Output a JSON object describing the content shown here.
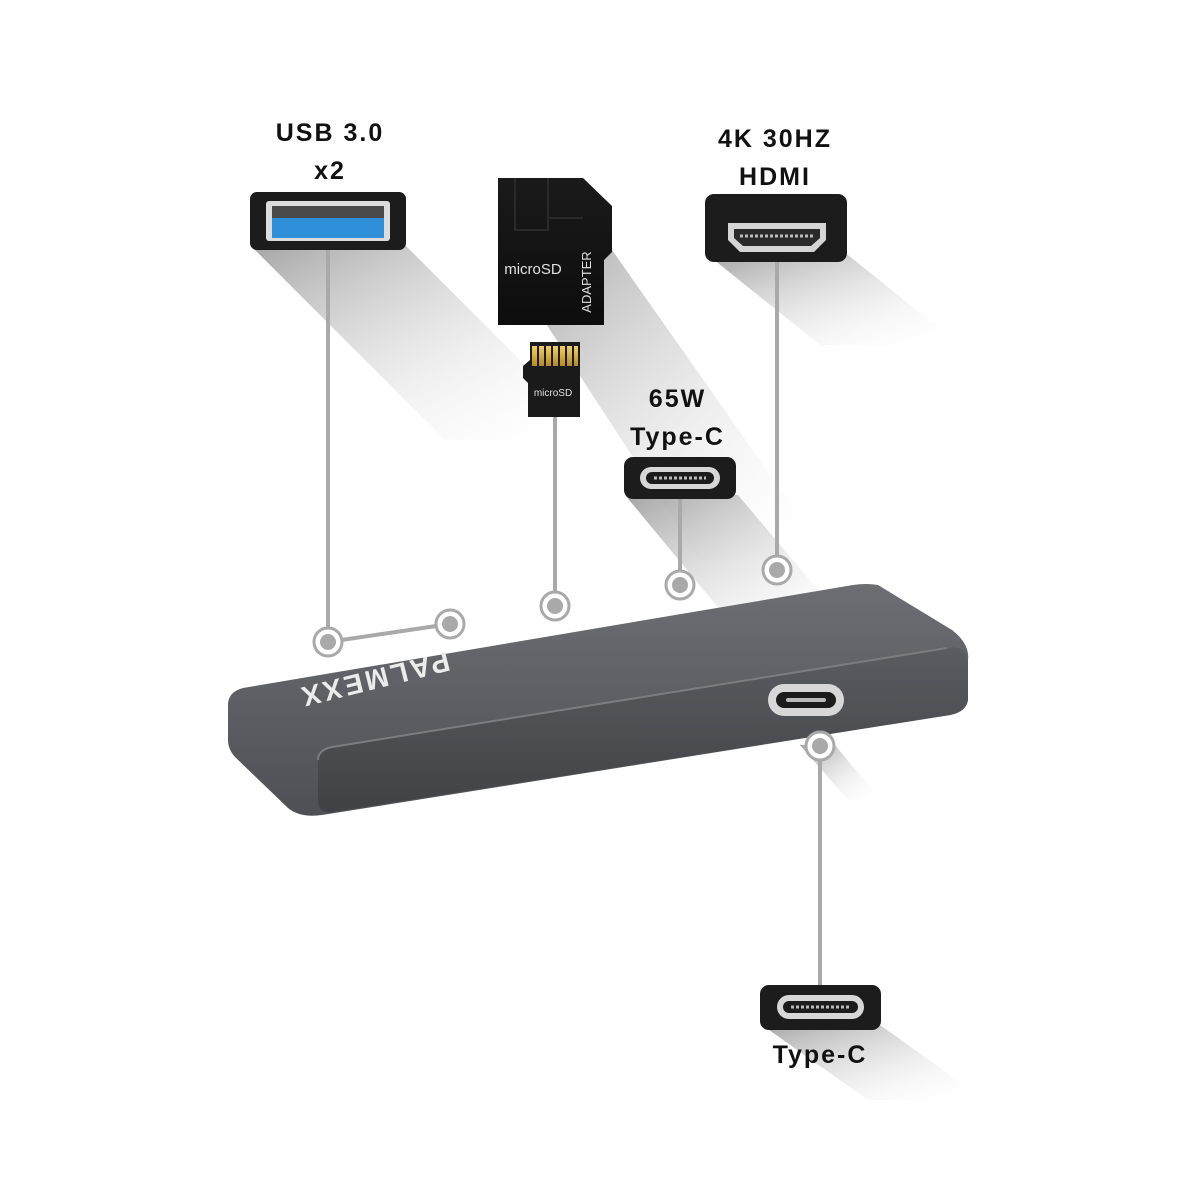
{
  "labels": {
    "usb": {
      "line1": "USB 3.0",
      "line2": "x2"
    },
    "hdmi": {
      "line1": "4K 30HZ",
      "line2": "HDMI"
    },
    "pd": {
      "line1": "65W",
      "line2": "Type-C"
    },
    "usbc": {
      "line1": "Type-C"
    }
  },
  "brand": "PALMEXX",
  "sd_card": {
    "adapter_brand": "microSD",
    "adapter_side": "ADAPTER",
    "card_text": "microSD"
  },
  "colors": {
    "hub_body": "#55575c",
    "usb_port_blue": "#2f8fd8",
    "connector_black": "#1c1c1c",
    "leader_line": "#a9a9a9"
  }
}
